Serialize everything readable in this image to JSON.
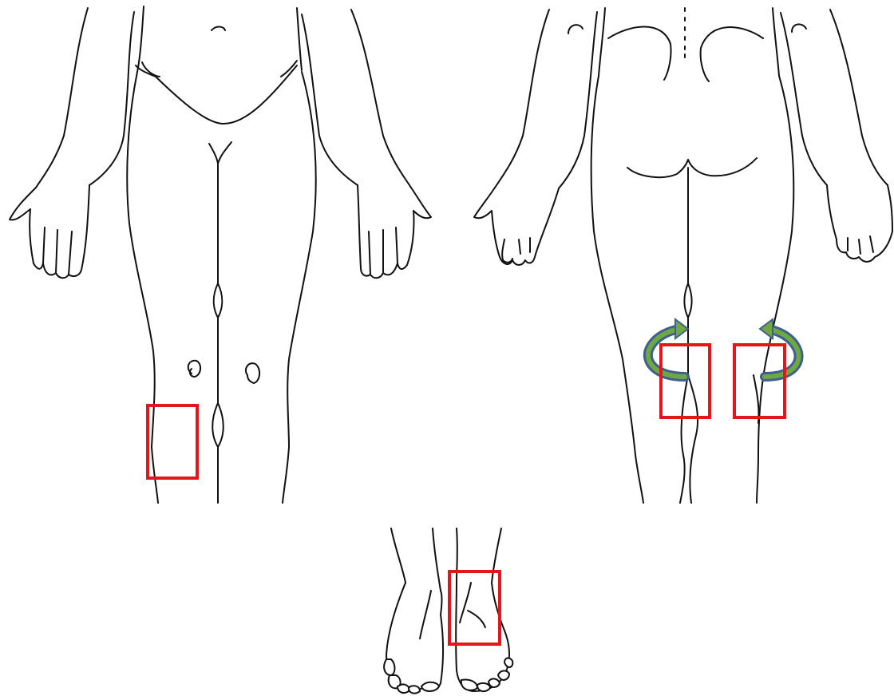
{
  "colors": {
    "marker": "#e3161c",
    "arrow_fill": "#6fa843",
    "arrow_outline": "#3f5f8f",
    "line": "#111111",
    "background": "#ffffff"
  },
  "views": [
    {
      "name": "front-body-view"
    },
    {
      "name": "back-body-view"
    },
    {
      "name": "feet-sole-view"
    }
  ],
  "markers": [
    {
      "name": "front-left-lower-leg-marker"
    },
    {
      "name": "back-left-knee-marker"
    },
    {
      "name": "back-right-knee-marker"
    },
    {
      "name": "right-sole-marker"
    }
  ],
  "arrows": [
    {
      "name": "left-rotation-arrow",
      "direction": "clockwise"
    },
    {
      "name": "right-rotation-arrow",
      "direction": "counterclockwise"
    }
  ]
}
